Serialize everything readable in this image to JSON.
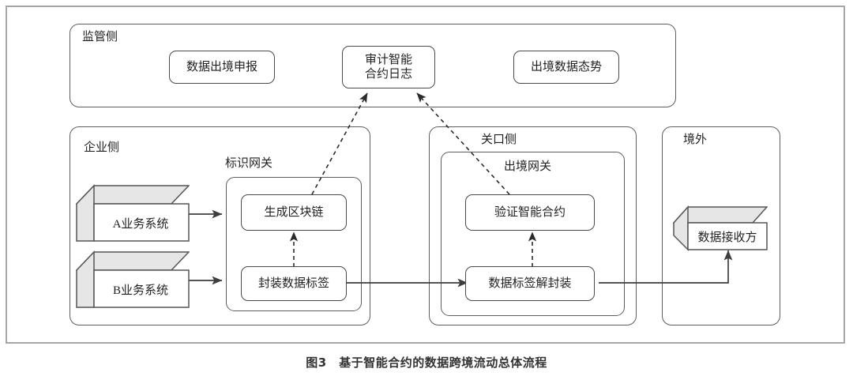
{
  "figure": {
    "caption": "图3　基于智能合约的数据跨境流动总体流程"
  },
  "colors": {
    "outer_frame": "#a6a6a6",
    "zone_border": "#5d5d5d",
    "node_border": "#4a4a4a",
    "node_fill": "#ffffff",
    "cuboid_face": "#ffffff",
    "cuboid_shade": "#e6e6e6",
    "cuboid_stroke": "#555555",
    "connector": "#3d3d3d",
    "text": "#231f20",
    "caption": "#333333"
  },
  "zones": {
    "regulator": {
      "label": "监管侧"
    },
    "enterprise": {
      "label": "企业侧"
    },
    "identity_gateway": {
      "label": "标识网关"
    },
    "customs": {
      "label": "关口侧"
    },
    "exit_gateway": {
      "label": "出境网关"
    },
    "overseas": {
      "label": "境外"
    }
  },
  "nodes": {
    "data_export_declaration": {
      "label": "数据出境申报"
    },
    "audit_contract_log": {
      "label_line1": "审计智能",
      "label_line2": "合约日志"
    },
    "export_data_situation": {
      "label": "出境数据态势"
    },
    "business_system_a": {
      "label": "A业务系统"
    },
    "business_system_b": {
      "label": "B业务系统"
    },
    "generate_blockchain": {
      "label": "生成区块链"
    },
    "encapsulate_data_tag": {
      "label": "封装数据标签"
    },
    "verify_smart_contract": {
      "label": "验证智能合约"
    },
    "decapsulate_data_tag": {
      "label": "数据标签解封装"
    },
    "data_receiver": {
      "label": "数据接收方"
    }
  },
  "edges": [
    {
      "name": "a-to-identity-gateway",
      "from": "business_system_a",
      "to": "identity_gateway",
      "style": "solid"
    },
    {
      "name": "b-to-identity-gateway",
      "from": "business_system_b",
      "to": "identity_gateway",
      "style": "solid"
    },
    {
      "name": "encapsulate-to-generate",
      "from": "encapsulate_data_tag",
      "to": "generate_blockchain",
      "style": "dashed"
    },
    {
      "name": "encapsulate-to-decapsulate",
      "from": "encapsulate_data_tag",
      "to": "decapsulate_data_tag",
      "style": "solid"
    },
    {
      "name": "decapsulate-to-verify",
      "from": "decapsulate_data_tag",
      "to": "verify_smart_contract",
      "style": "dashed"
    },
    {
      "name": "decapsulate-to-receiver",
      "from": "decapsulate_data_tag",
      "to": "data_receiver",
      "style": "solid"
    },
    {
      "name": "generate-to-audit-log",
      "from": "generate_blockchain",
      "to": "audit_contract_log",
      "style": "dashed"
    },
    {
      "name": "verify-to-audit-log",
      "from": "verify_smart_contract",
      "to": "audit_contract_log",
      "style": "dashed"
    }
  ]
}
